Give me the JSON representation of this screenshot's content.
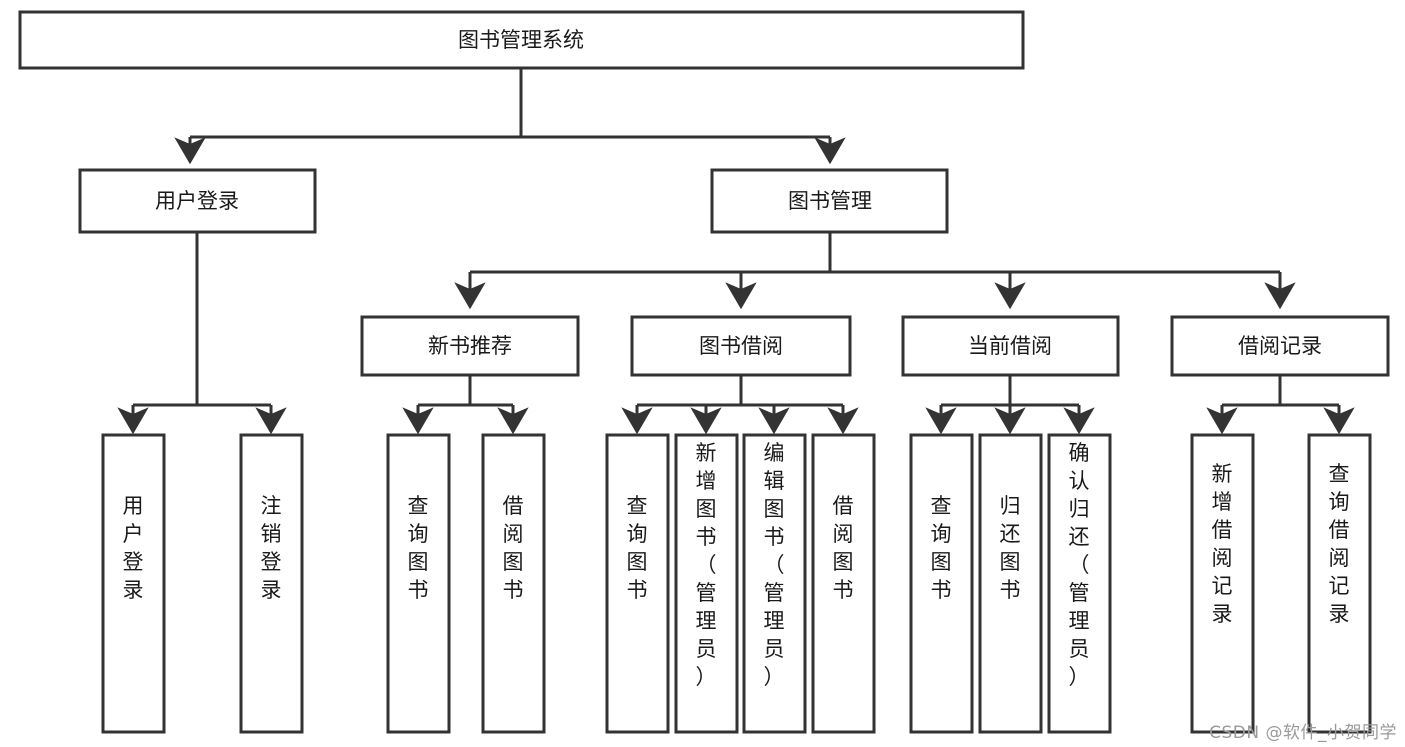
{
  "diagram": {
    "title": "图书管理系统",
    "type": "tree",
    "orientation": "top-down",
    "colors": {
      "box_stroke": "#333333",
      "box_fill": "#ffffff",
      "text": "#1a1a1a",
      "connector": "#333333",
      "watermark": "#9a9a9a",
      "background": "#ffffff"
    },
    "levels": [
      {
        "level": 1,
        "nodes": [
          {
            "id": "root",
            "label": "图书管理系统",
            "orientation": "horizontal"
          }
        ]
      },
      {
        "level": 2,
        "nodes": [
          {
            "id": "user_login",
            "label": "用户登录",
            "orientation": "horizontal",
            "parent": "root"
          },
          {
            "id": "book_mgmt",
            "label": "图书管理",
            "orientation": "horizontal",
            "parent": "root"
          }
        ]
      },
      {
        "level": 3,
        "nodes": [
          {
            "id": "new_book_rec",
            "label": "新书推荐",
            "orientation": "horizontal",
            "parent": "book_mgmt"
          },
          {
            "id": "book_borrow",
            "label": "图书借阅",
            "orientation": "horizontal",
            "parent": "book_mgmt"
          },
          {
            "id": "current_borrow",
            "label": "当前借阅",
            "orientation": "horizontal",
            "parent": "book_mgmt"
          },
          {
            "id": "borrow_record",
            "label": "借阅记录",
            "orientation": "horizontal",
            "parent": "book_mgmt"
          }
        ]
      },
      {
        "level": 4,
        "nodes": [
          {
            "id": "leaf_user_login",
            "label": "用户登录",
            "orientation": "vertical",
            "parent": "user_login"
          },
          {
            "id": "leaf_logout",
            "label": "注销登录",
            "orientation": "vertical",
            "parent": "user_login"
          },
          {
            "id": "leaf_query_book_1",
            "label": "查询图书",
            "orientation": "vertical",
            "parent": "new_book_rec"
          },
          {
            "id": "leaf_borrow_book_1",
            "label": "借阅图书",
            "orientation": "vertical",
            "parent": "new_book_rec"
          },
          {
            "id": "leaf_query_book_2",
            "label": "查询图书",
            "orientation": "vertical",
            "parent": "book_borrow"
          },
          {
            "id": "leaf_add_book",
            "label": "新增图书（管理员）",
            "orientation": "vertical",
            "parent": "book_borrow"
          },
          {
            "id": "leaf_edit_book",
            "label": "编辑图书（管理员）",
            "orientation": "vertical",
            "parent": "book_borrow"
          },
          {
            "id": "leaf_borrow_book_2",
            "label": "借阅图书",
            "orientation": "vertical",
            "parent": "book_borrow"
          },
          {
            "id": "leaf_query_book_3",
            "label": "查询图书",
            "orientation": "vertical",
            "parent": "current_borrow"
          },
          {
            "id": "leaf_return_book",
            "label": "归还图书",
            "orientation": "vertical",
            "parent": "current_borrow"
          },
          {
            "id": "leaf_confirm_return",
            "label": "确认归还（管理员）",
            "orientation": "vertical",
            "parent": "current_borrow"
          },
          {
            "id": "leaf_add_record",
            "label": "新增借阅记录",
            "orientation": "vertical",
            "parent": "borrow_record"
          },
          {
            "id": "leaf_query_record",
            "label": "查询借阅记录",
            "orientation": "vertical",
            "parent": "borrow_record"
          }
        ]
      }
    ]
  },
  "watermark": {
    "text": "CSDN @软件_小贺同学"
  }
}
